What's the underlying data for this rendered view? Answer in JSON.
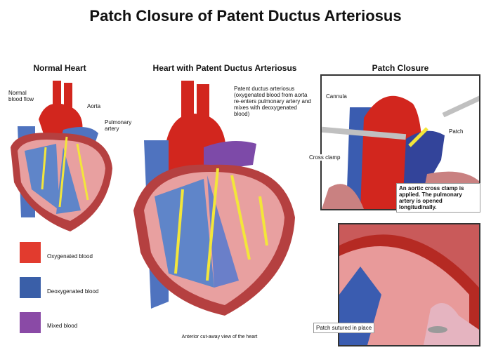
{
  "title": "Patch Closure of Patent Ductus Arteriosus",
  "panels": {
    "normal": {
      "heading": "Normal Heart",
      "labels": {
        "flow": "Normal blood flow",
        "aorta": "Aorta",
        "pulmonary": "Pulmonary artery"
      }
    },
    "pda": {
      "heading": "Heart with Patent Ductus Arteriosus",
      "label": "Patent ductus arteriosus (oxygenated blood from aorta re-enters pulmonary artery and mixes with deoxygenated blood)",
      "caption": "Anterior cut-away view of the heart"
    },
    "patch": {
      "heading": "Patch Closure",
      "labels": {
        "cannula": "Cannula",
        "patch": "Patch",
        "clamp": "Cross clamp"
      },
      "note": "An aortic cross clamp is applied. The pulmonary artery is opened longitudinally.",
      "note2": "Patch sutured in place"
    }
  },
  "legend": [
    {
      "label": "Oxygenated blood",
      "color": "#e23b2e"
    },
    {
      "label": "Deoxygenated blood",
      "color": "#3a5fa8"
    },
    {
      "label": "Mixed blood",
      "color": "#8a4aa6"
    }
  ]
}
